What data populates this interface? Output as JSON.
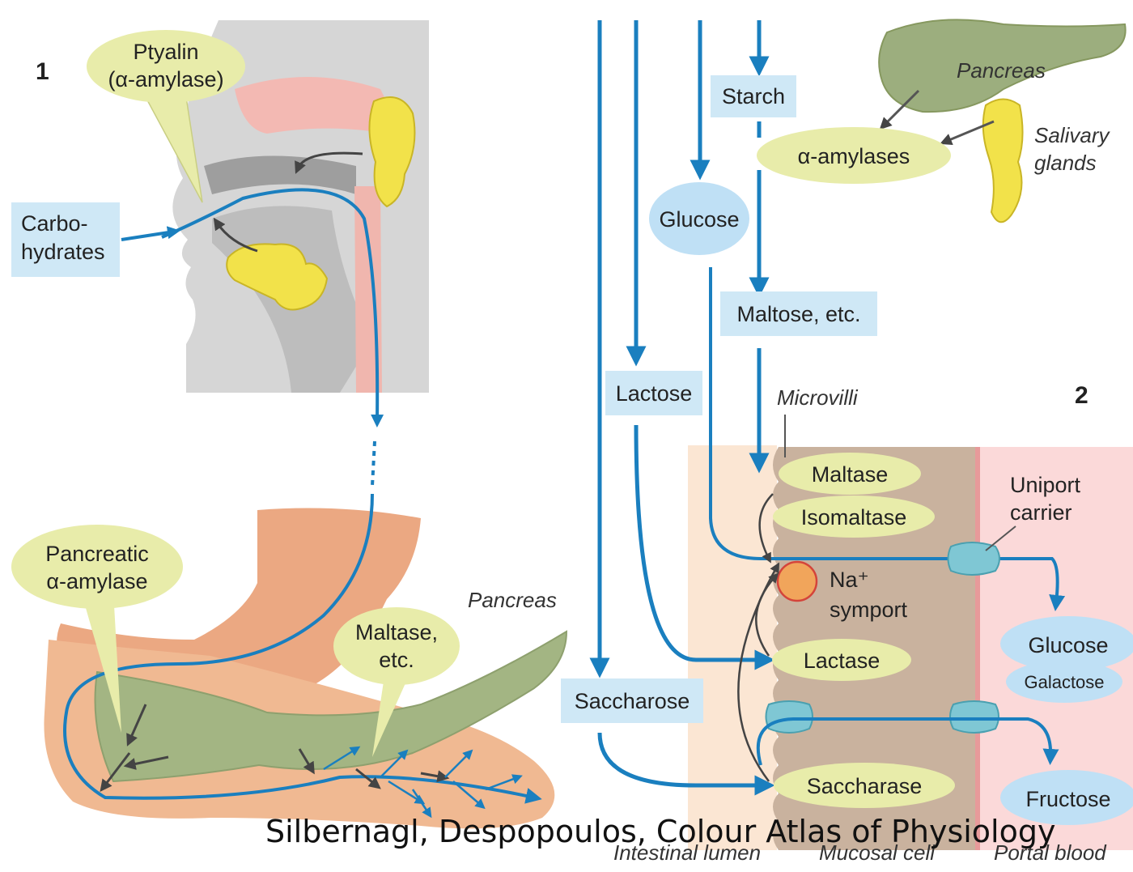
{
  "panel1": {
    "number": "1",
    "ptyalin": [
      "Ptyalin",
      "(α-amylase)"
    ],
    "carbohydrates": [
      "Carbo-",
      "hydrates"
    ],
    "pancreatic_amylase": [
      "Pancreatic",
      "α-amylase"
    ],
    "pancreas": "Pancreas",
    "maltase_etc": [
      "Maltase,",
      "etc."
    ]
  },
  "panel2": {
    "number": "2",
    "starch": "Starch",
    "pancreas": "Pancreas",
    "salivary_glands": [
      "Salivary",
      "glands"
    ],
    "alpha_amylases": "α-amylases",
    "glucose": "Glucose",
    "maltose_etc": "Maltose, etc.",
    "lactose": "Lactose",
    "microvilli": "Microvilli",
    "maltase": "Maltase",
    "isomaltase": "Isomaltase",
    "uniport_carrier": [
      "Uniport",
      "carrier"
    ],
    "na_symport": [
      "Na⁺",
      "symport"
    ],
    "lactase": "Lactase",
    "saccharose": "Saccharose",
    "saccharase": "Saccharase",
    "blood_glucose": "Glucose",
    "galactose": "Galactose",
    "fructose": "Fructose",
    "intestinal_lumen": "Intestinal lumen",
    "mucosal_cell": "Mucosal cell",
    "portal_blood": "Portal blood"
  },
  "credit": "Silbernagl, Despopoulos, Colour Atlas of Physiology",
  "colors": {
    "flow_arrow": "#1a7fbf",
    "label_box": "#cfe8f6",
    "enzyme_oval": "#e8ecaa",
    "blood_oval": "#bfe0f5",
    "head_gray": "#d4d4d4",
    "stomach": "#e9a97f",
    "pancreas_green": "#9fb07e",
    "mucosa": "#c9b29e",
    "lumen": "#fbe6d3",
    "portal_blood": "#fbd9d9"
  }
}
